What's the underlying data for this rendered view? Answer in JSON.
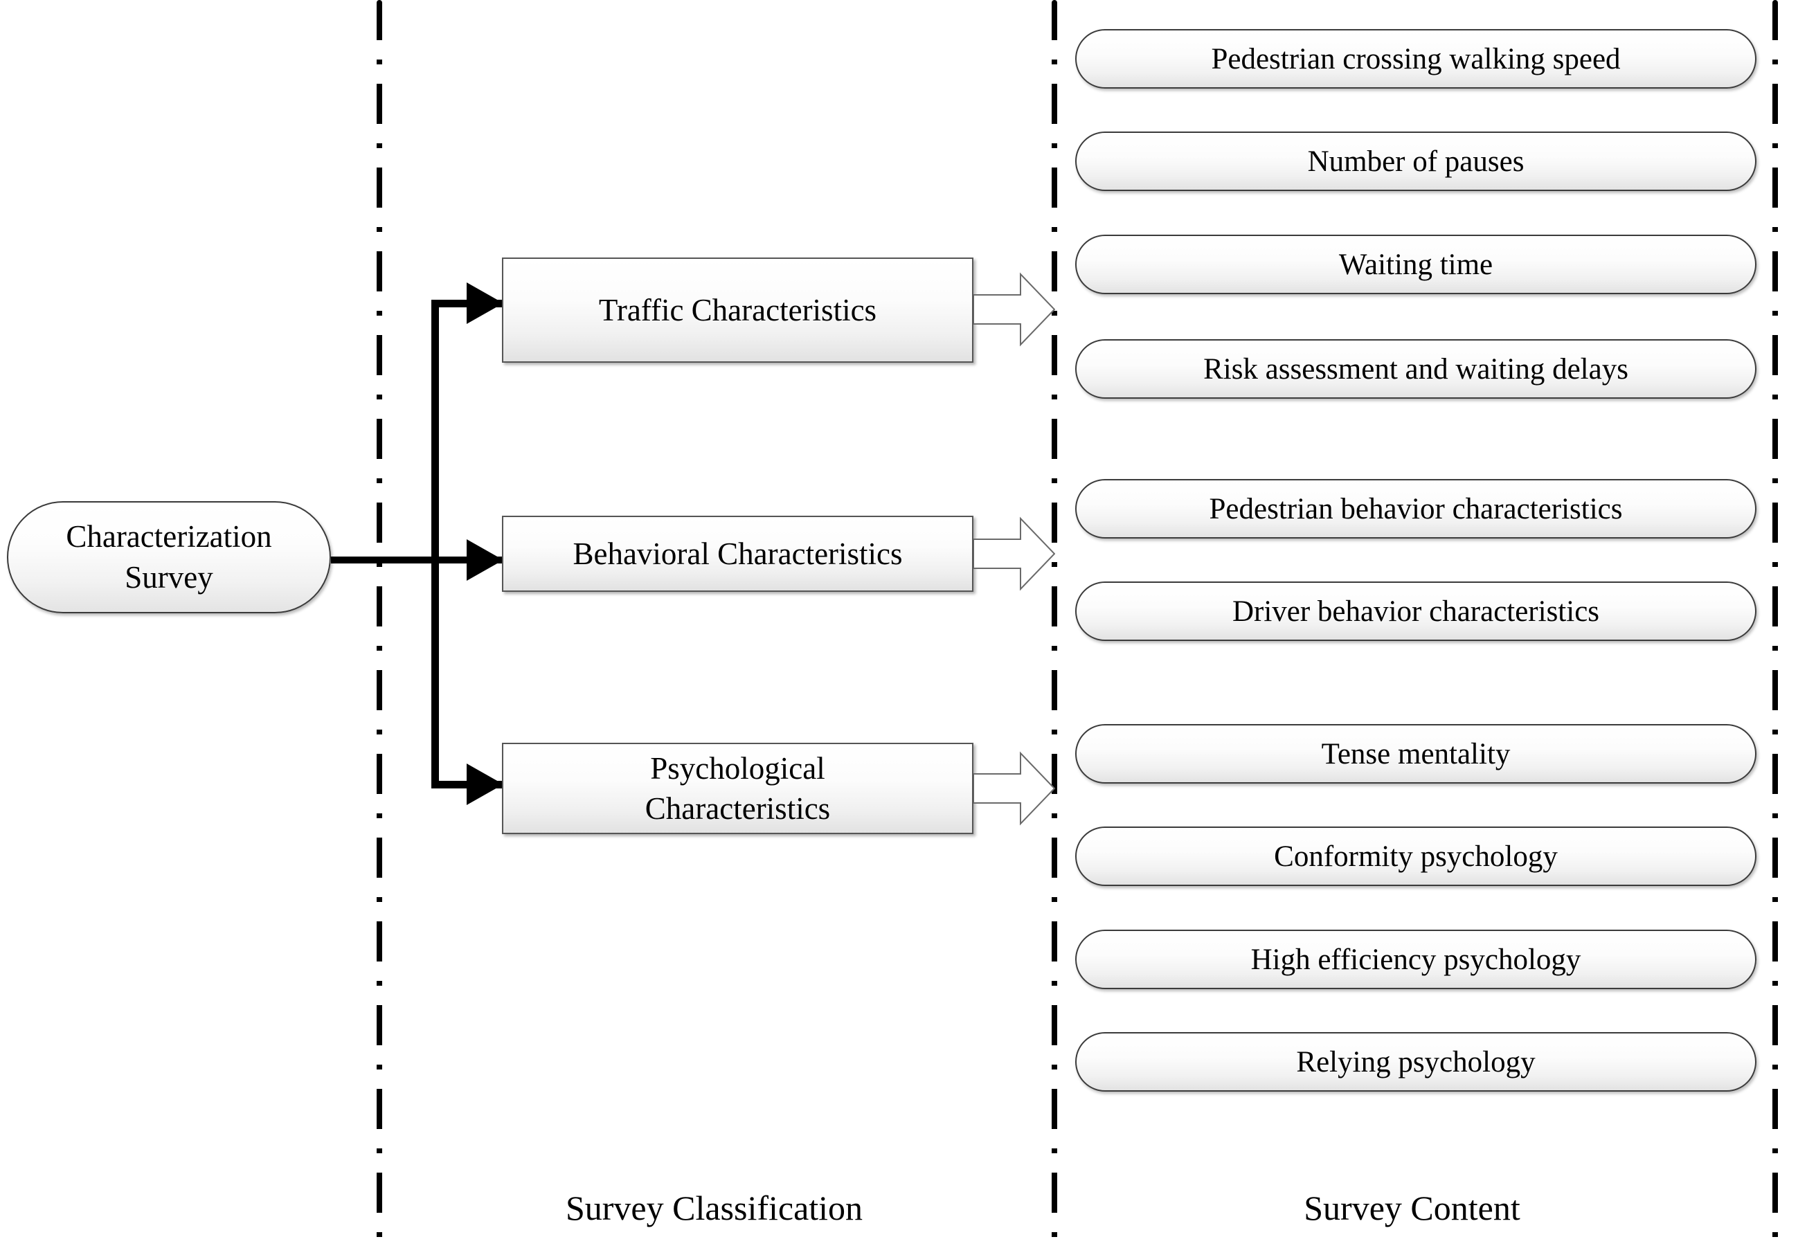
{
  "diagram": {
    "root": {
      "label": "Characterization\nSurvey",
      "line1": "Characterization",
      "line2": "Survey"
    },
    "columns": [
      {
        "caption": "Survey Classification"
      },
      {
        "caption": "Survey Content"
      }
    ],
    "categories": [
      {
        "label": "Traffic Characteristics",
        "line1": "Traffic Characteristics",
        "line2": ""
      },
      {
        "label": "Behavioral Characteristics",
        "line1": "Behavioral Characteristics",
        "line2": ""
      },
      {
        "label": "Psychological Characteristics",
        "line1": "Psychological",
        "line2": "Characteristics"
      }
    ],
    "content_groups": [
      {
        "category": "Traffic Characteristics",
        "items": [
          "Pedestrian crossing walking speed",
          "Number of pauses",
          "Waiting time",
          "Risk assessment and waiting delays"
        ]
      },
      {
        "category": "Behavioral Characteristics",
        "items": [
          "Pedestrian behavior characteristics",
          "Driver behavior characteristics"
        ]
      },
      {
        "category": "Psychological Characteristics",
        "items": [
          "Tense mentality",
          "Conformity psychology",
          "High efficiency psychology",
          "Relying psychology"
        ]
      }
    ],
    "content_items_flat": [
      "Pedestrian crossing walking speed",
      "Number of pauses",
      "Waiting time",
      "Risk assessment and waiting delays",
      "Pedestrian behavior characteristics",
      "Driver behavior characteristics",
      "Tense mentality",
      "Conformity psychology",
      "High efficiency psychology",
      "Relying psychology"
    ],
    "colors": {
      "line": "#000000",
      "node_border": "#3a3a3a",
      "box_border": "#555555",
      "fill_top": "#ffffff",
      "fill_bottom": "#e3e3e3",
      "text": "#000000",
      "background": "#ffffff"
    }
  }
}
